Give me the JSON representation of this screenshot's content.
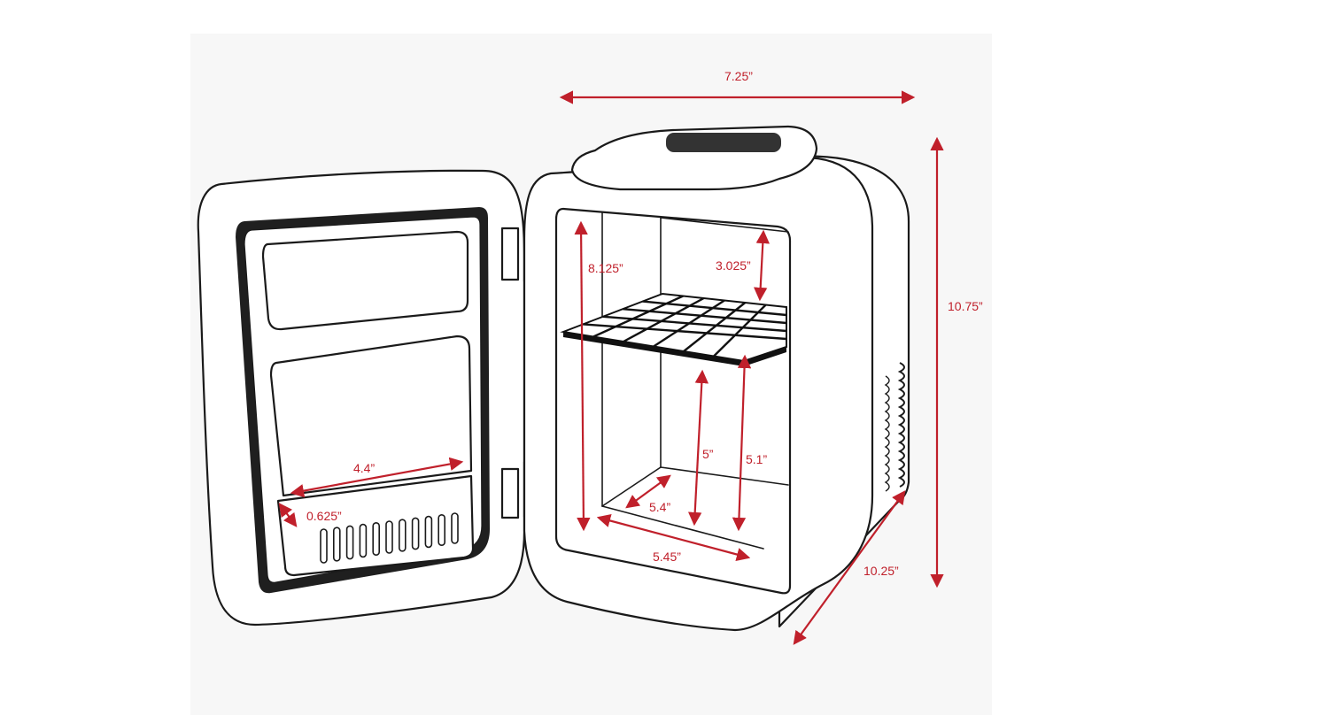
{
  "colors": {
    "dimension": "#c0202b",
    "outline": "#1a1a1a",
    "gasket": "#1f1f1f",
    "background": "#ffffff",
    "panel": "#f7f7f7"
  },
  "dimensions": {
    "width": "7.25”",
    "height": "10.75”",
    "depth": "10.25”",
    "interior_height": "8.125”",
    "above_shelf": "3.025”",
    "below_shelf_front": "5”",
    "below_shelf_rear": "5.1”",
    "floor_depth": "5.4”",
    "floor_width": "5.45”",
    "door_bin_width": "4.4”",
    "door_bin_depth": "0.625”"
  }
}
